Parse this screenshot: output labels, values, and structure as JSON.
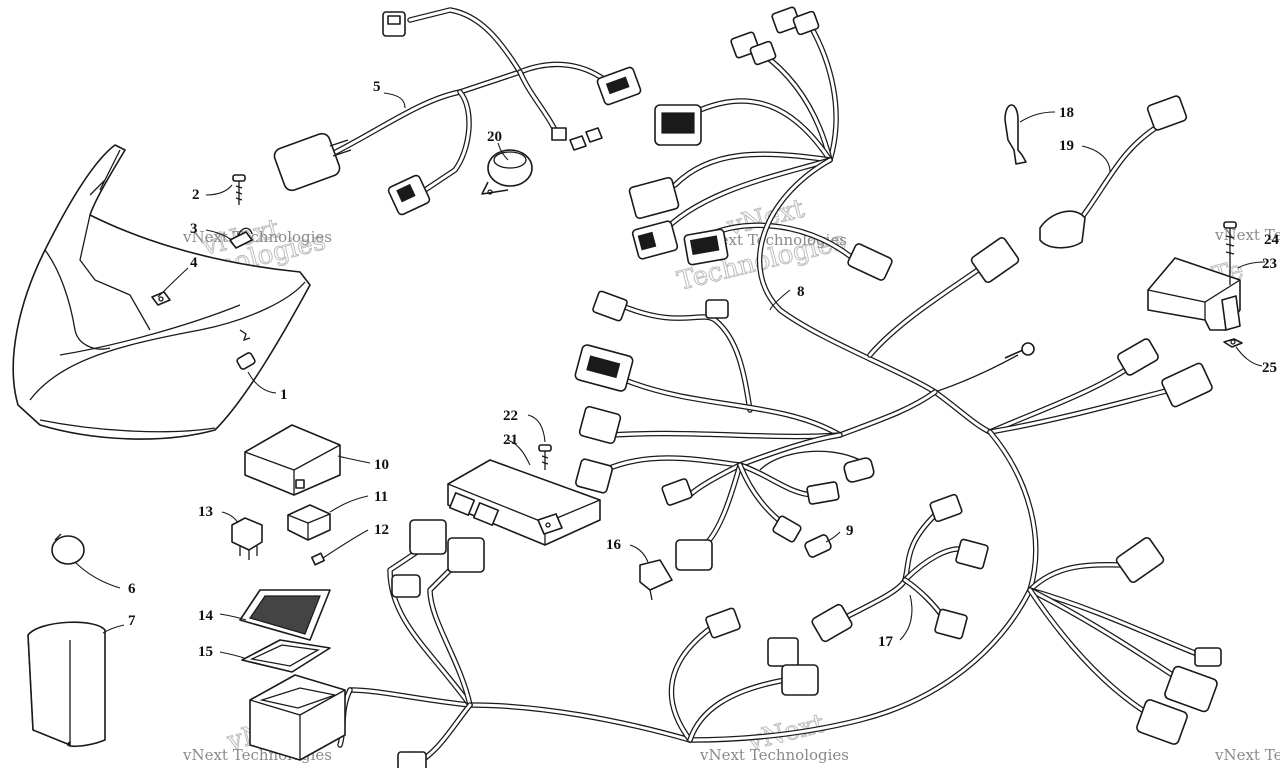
{
  "diagram": {
    "callouts": [
      "1",
      "2",
      "3",
      "4",
      "5",
      "6",
      "7",
      "8",
      "9",
      "10",
      "11",
      "12",
      "13",
      "14",
      "15",
      "16",
      "17",
      "18",
      "19",
      "20",
      "21",
      "22",
      "23",
      "24",
      "25"
    ],
    "watermark": {
      "line": "vNext Technologies",
      "brand_line_1": "vNext",
      "brand_line_2": "Technologies",
      "edge_prefix": "Te"
    },
    "colors": {
      "ink": "#1a1a1a",
      "watermark": "#8a8a8a",
      "background": "#ffffff"
    }
  }
}
